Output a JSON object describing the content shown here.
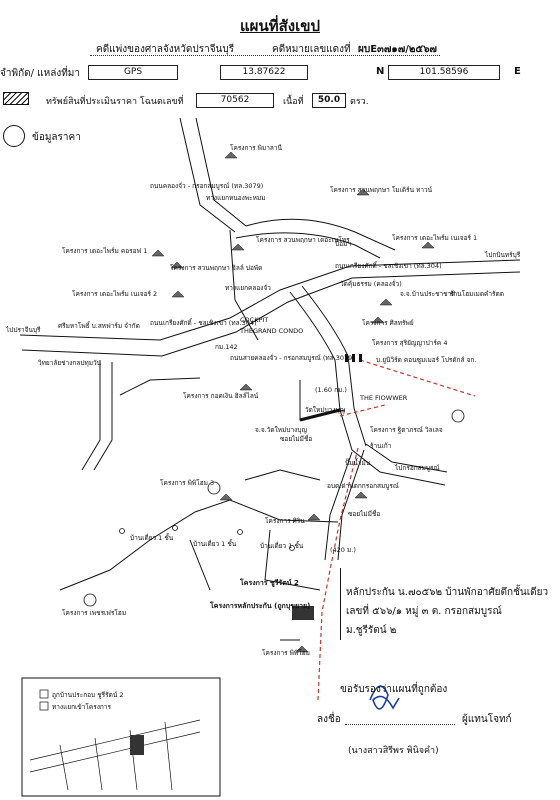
{
  "header": {
    "title": "แผนที่สังเขป",
    "court_case_label": "คดีแพ่งของศาลจังหวัดปราจีนบุรี",
    "case_no_label": "คดีหมายเลขแดงที่",
    "case_no_value": "ผบE๓๗๑๗/๒๕๖๗",
    "coord_label": "จำพิกัด/ แหล่งที่มา",
    "coord_source": "GPS",
    "lat": "13.87622",
    "lat_dir": "N",
    "lon": "101.58596",
    "lon_dir": "E",
    "deed_label": "ทรัพย์สินที่ประเมินราคา โฉนดเลขที่",
    "deed_no": "70562",
    "area_label": "เนื้อที่",
    "area_value": "50.0",
    "area_unit": "ตรว.",
    "legend_price": "ข้อมูลราคา"
  },
  "map": {
    "places": [
      "โครงการ พิมาลานี",
      "ถนนคลองจั่ว - กรอกสมบูรณ์ (ทล.3079)",
      "ทางแยกหนองพะหมม",
      "โครงการ สวนพฤกษา โมเดิร์น ทาวน์",
      "โครงการ สวนพฤกษา เดอะเนโทร",
      "ป้อมฯ",
      "โครงการ เดอะไพร์ม เนเจอร์ 1",
      "โครงการ เดอะไพร์ม คอรอฟ 1",
      "โครงการ สวนพฤกษา ฮิลล์ บ่อพัด",
      "ถนนเกรียงศักดิ์ - ชลเชิงเขา (ทล.304)",
      "ไปกบินทร์บุรี",
      "วัดคุ้มธรรม (คลองจั่ว)",
      "จ.จ.บ้านประชาชาติ",
      "ร้านโฮมเมดคำรัตต",
      "โครงการ เดอะไพร์ม เนเจอร์ 2",
      "ทางแยกคลองจั่ว",
      "COCKPIT",
      "THEGRAND CONDO",
      "ศรีมหาโพธิ์ บ.สหฟาร์ม จำกัด",
      "ไปปราจีนบุรี",
      "กม.142",
      "ถนนเกรียงศักดิ์ - ชลเชิงเขา (ทล.304)",
      "โครงการ ศิลทรัพย์",
      "โครงการ สุริยัญญาปาร์ค 4",
      "บ.ยูนิวิร์ด คอนซูมเมอร์ โปรดักส์ จก.",
      "วิทยาลัยช่างกลปทุมวัน",
      "ถนนสายคลองจั่ว - กรอกสมบูรณ์ (ทล.3079)",
      "โครงการ กอดเงิน ฮิลล์ไลน์",
      "(1.60 กม.)",
      "THE FIOWWER",
      "วัดใหม่บางบุญ",
      "จ.จ.วัดใหม่บางบุญ",
      "ซอยไม่มีชื่อ",
      "โครงการ ฐิตาภรณ์ วิลเลจ",
      "ร้านเก้า",
      "ปั๊มน้ำมัน",
      "ไปกรอกสมบูรณ์",
      "โครงการ พิพิโฮม 3",
      "อบต.ด่านตกกรอกสมบูรณ์",
      "โครงการ ศิริน",
      "ซอยไม่มีชื่อ",
      "(420 ม.)",
      "บ้านเดี่ยว 1 ชั้น",
      "บ้านเดี่ยว 1 ชั้น",
      "บ้านเดี่ยว 1 ชั้น",
      "โครงการ ชูรีรัตน์ 2",
      "โครงการหลักประกัน (ถูกบุขยาย)",
      "โครงการ เพชรเฟรโฮม",
      "โครงการ พิพิโฮม"
    ],
    "inset_labels": [
      "ถูกบ้านประกอบ ชูรีรัตน์ 2",
      "ทางแยกเข้าโครงการ"
    ]
  },
  "notes": {
    "collateral_line1": "หลักประกัน น.๗๐๕๖๒ บ้านพักอาศัยตึกชั้นเดียว",
    "collateral_line2": "เลขที่ ๕๖๖/๑ หมู่ ๓ ต. กรอกสมบูรณ์",
    "collateral_line3": "ม.ชูรีรัตน์ ๒",
    "certify": "ขอรับรองว่าแผนที่ถูกต้อง",
    "sign_label": "ลงชื่อ",
    "sign_role": "ผู้แทนโจทก์",
    "signer_name": "(นางสาวสิรีพร พินิจคำ)"
  }
}
